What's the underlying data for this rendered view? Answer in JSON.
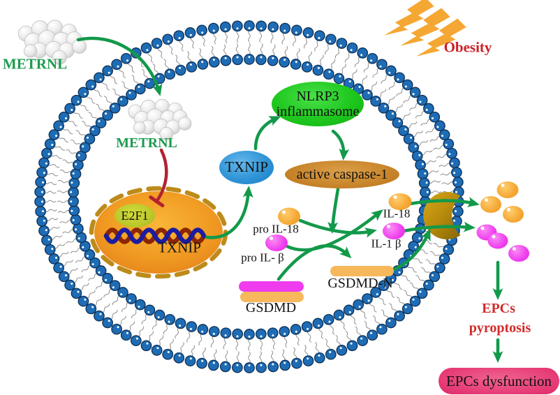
{
  "figure": {
    "extracellular": {
      "metrnl_label": "METRNL",
      "obesity_label": "Obesity"
    },
    "cytoplasm": {
      "metrnl_label": "METRNL",
      "txnip_protein": "TXNIP",
      "nlrp3_line1": "NLRP3",
      "nlrp3_line2": "inflammasome",
      "active_caspase": "active caspase-1",
      "pro_il18": "pro IL-18",
      "pro_il1b": "pro IL- β",
      "gsdmd": "GSDMD",
      "gsdmd_n": "GSDMD-N",
      "il18": "IL-18",
      "il1b": "IL-1 β"
    },
    "nucleus": {
      "e2f1": "E2F1",
      "txnip_gene": "TXNIP"
    },
    "outcome": {
      "pyroptosis_line1": "EPCs",
      "pyroptosis_line2": "pyroptosis",
      "dysfunction": "EPCs dysfunction"
    }
  },
  "colors": {
    "arrow_green": "#12994a",
    "metrnl_green": "#1d9b4e",
    "obesity_red": "#cb2127",
    "inhibition_red": "#b22230",
    "membrane_blue": "#1e6cb5",
    "nucleus_orange": "#ef9322",
    "nucleus_border_gold": "#bd8b1a",
    "nlrp3_green": "#1ec71e",
    "txnip_blue": "#2f94d6",
    "caspase_brown": "#c8842a",
    "e2f1_yellowgreen": "#bcc72b",
    "gsdmd_magenta": "#ee3cee",
    "gsdmd_orange": "#f6b85a",
    "il18_orange": "#f5a733",
    "il1b_magenta": "#ee3cee",
    "pore_gold": "#b98c0d",
    "pyroptosis_red": "#d32b2b",
    "dysfunction_pink": "#e63a76",
    "dna_blue": "#1c1ca0",
    "dna_red": "#8c2600",
    "protein_gray": "#d9d9d9"
  }
}
